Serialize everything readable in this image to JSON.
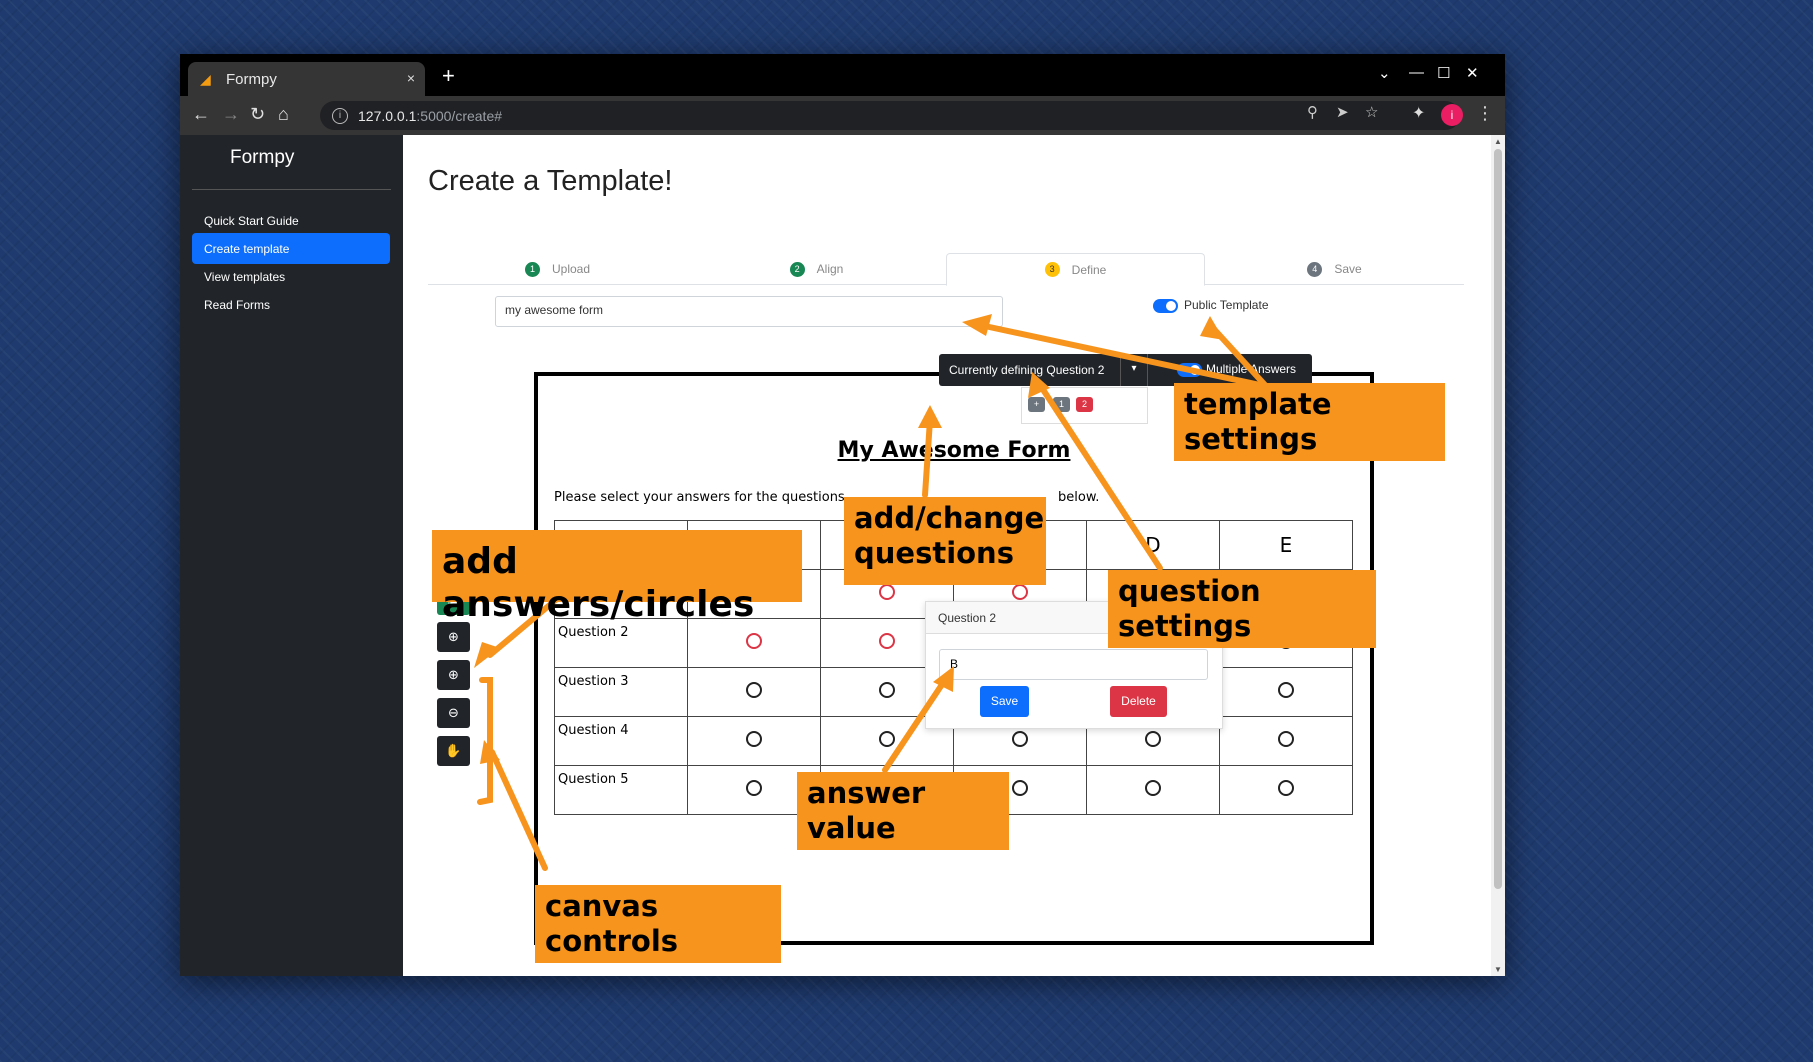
{
  "browser": {
    "tab_title": "Formpy",
    "tab_close": "×",
    "new_tab": "+",
    "url_host": "127.0.0.1",
    "url_path": ":5000/create#",
    "profile_initial": "i"
  },
  "sidebar": {
    "brand": "Formpy",
    "items": [
      {
        "label": "Quick Start Guide"
      },
      {
        "label": "Create template"
      },
      {
        "label": "View templates"
      },
      {
        "label": "Read Forms"
      }
    ]
  },
  "main": {
    "title": "Create a Template!",
    "steps": [
      {
        "num": "1",
        "label": "Upload",
        "color": "#198754"
      },
      {
        "num": "2",
        "label": "Align",
        "color": "#198754"
      },
      {
        "num": "3",
        "label": "Define",
        "color": "#ffc107"
      },
      {
        "num": "4",
        "label": "Save",
        "color": "#6c757d"
      }
    ],
    "template_name_value": "my awesome form",
    "public_template_label": "Public Template"
  },
  "question_bar": {
    "current_label": "Currently defining Question 2",
    "caret": "▾",
    "multiple_answers_label": "Multiple Answers",
    "chips": [
      {
        "label": "+",
        "color": "#6c757d"
      },
      {
        "label": "1",
        "color": "#6c757d"
      },
      {
        "label": "2",
        "color": "#dc3545"
      }
    ]
  },
  "form": {
    "title": "My Awesome Form",
    "instruction_left": "Please select your answers for the questions",
    "instruction_right": "below.",
    "columns": [
      "",
      "",
      "",
      "",
      "D",
      "E"
    ],
    "rows": [
      {
        "label": "",
        "selected": [
          0,
          1,
          2
        ]
      },
      {
        "label": "Question 2",
        "selected": [
          0,
          1
        ]
      },
      {
        "label": "Question 3",
        "selected": []
      },
      {
        "label": "Question 4",
        "selected": []
      },
      {
        "label": "Question 5",
        "selected": []
      }
    ]
  },
  "answer_popup": {
    "header": "Question 2",
    "value": "B",
    "save_label": "Save",
    "delete_label": "Delete"
  },
  "annotations": {
    "template_settings": "template settings",
    "add_change_questions": "add/change\nquestions",
    "add_answers": "add answers/circles",
    "question_settings": "question settings",
    "answer_value": "answer value",
    "canvas_controls": "canvas controls",
    "color": "#f7941d"
  }
}
